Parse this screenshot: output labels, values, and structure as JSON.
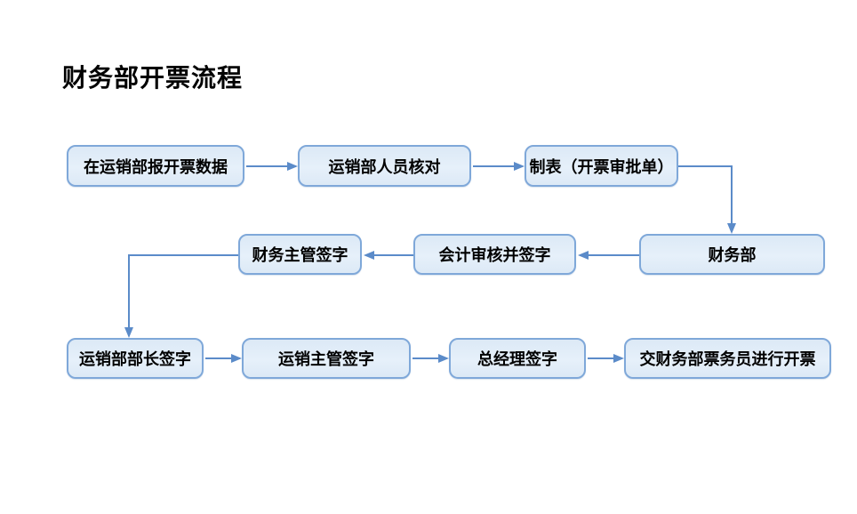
{
  "title": "财务部开票流程",
  "colors": {
    "box_fill": "#dce9f6",
    "box_border": "#7fa8d9",
    "arrow": "#5b8bc9",
    "text": "#000000",
    "bg": "#ffffff"
  },
  "flowchart": {
    "nodes": [
      {
        "id": "report-invoice-data",
        "label": "在运销部报开票数据"
      },
      {
        "id": "sales-dept-check",
        "label": "运销部人员核对"
      },
      {
        "id": "make-approval-form",
        "label": "制表（开票审批单）"
      },
      {
        "id": "finance-dept",
        "label": "财务部"
      },
      {
        "id": "accountant-review-sign",
        "label": "会计审核并签字"
      },
      {
        "id": "finance-supervisor-sign",
        "label": "财务主管签字"
      },
      {
        "id": "sales-dept-head-sign",
        "label": "运销部部长签字"
      },
      {
        "id": "sales-supervisor-sign",
        "label": "运销主管签字"
      },
      {
        "id": "general-manager-sign",
        "label": "总经理签字"
      },
      {
        "id": "ticket-clerk-invoice",
        "label": "交财务部票务员进行开票"
      }
    ],
    "edges": [
      {
        "from": "report-invoice-data",
        "to": "sales-dept-check"
      },
      {
        "from": "sales-dept-check",
        "to": "make-approval-form"
      },
      {
        "from": "make-approval-form",
        "to": "finance-dept"
      },
      {
        "from": "finance-dept",
        "to": "accountant-review-sign"
      },
      {
        "from": "accountant-review-sign",
        "to": "finance-supervisor-sign"
      },
      {
        "from": "finance-supervisor-sign",
        "to": "sales-dept-head-sign"
      },
      {
        "from": "sales-dept-head-sign",
        "to": "sales-supervisor-sign"
      },
      {
        "from": "sales-supervisor-sign",
        "to": "general-manager-sign"
      },
      {
        "from": "general-manager-sign",
        "to": "ticket-clerk-invoice"
      }
    ]
  }
}
